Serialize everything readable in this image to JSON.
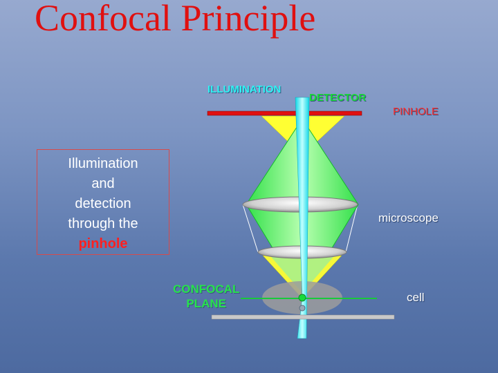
{
  "slide": {
    "title": "Confocal Principle",
    "labels": {
      "illumination": "ILLUMINATION",
      "detector": "DETECTOR",
      "pinhole": "PINHOLE",
      "microscope": "microscope",
      "confocal_line1": "CONFOCAL",
      "confocal_line2": "PLANE",
      "cell": "cell"
    },
    "textbox": {
      "line1": "Illumination",
      "line2": "and",
      "line3": "detection",
      "line4": "through the",
      "line5": "pinhole"
    }
  },
  "colors": {
    "title": "#e01010",
    "illumination_beam": "#2ef3f3",
    "detection_cone": "#19d93a",
    "illumination_cone": "#ffff33",
    "pinhole_bar": "#e01010"
  }
}
